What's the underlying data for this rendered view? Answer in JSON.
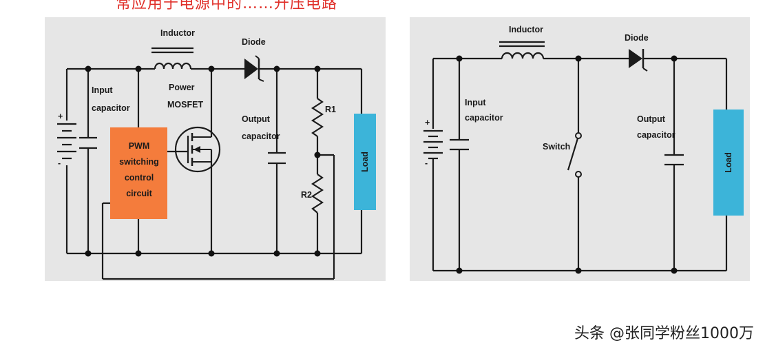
{
  "caption": "常应用于电源中的……升压电路",
  "watermark": "头条 @张同学粉丝1000万",
  "colors": {
    "background": "#e6e6e6",
    "pwm_block": "#f47c3c",
    "load_block": "#3cb4d9",
    "wire": "#1b1b1b"
  },
  "left_diagram": {
    "inductor": "Inductor",
    "diode": "Diode",
    "input_capacitor_line1": "Input",
    "input_capacitor_line2": "capacitor",
    "power_mosfet_line1": "Power",
    "power_mosfet_line2": "MOSFET",
    "pwm_line1": "PWM",
    "pwm_line2": "switching",
    "pwm_line3": "control",
    "pwm_line4": "circuit",
    "output_capacitor_line1": "Output",
    "output_capacitor_line2": "capacitor",
    "r1": "R1",
    "r2": "R2",
    "load": "Load",
    "battery_plus": "+",
    "battery_minus": "-"
  },
  "right_diagram": {
    "inductor": "Inductor",
    "diode": "Diode",
    "input_capacitor_line1": "Input",
    "input_capacitor_line2": "capacitor",
    "switch": "Switch",
    "output_capacitor_line1": "Output",
    "output_capacitor_line2": "capacitor",
    "load": "Load",
    "battery_plus": "+",
    "battery_minus": "-"
  }
}
